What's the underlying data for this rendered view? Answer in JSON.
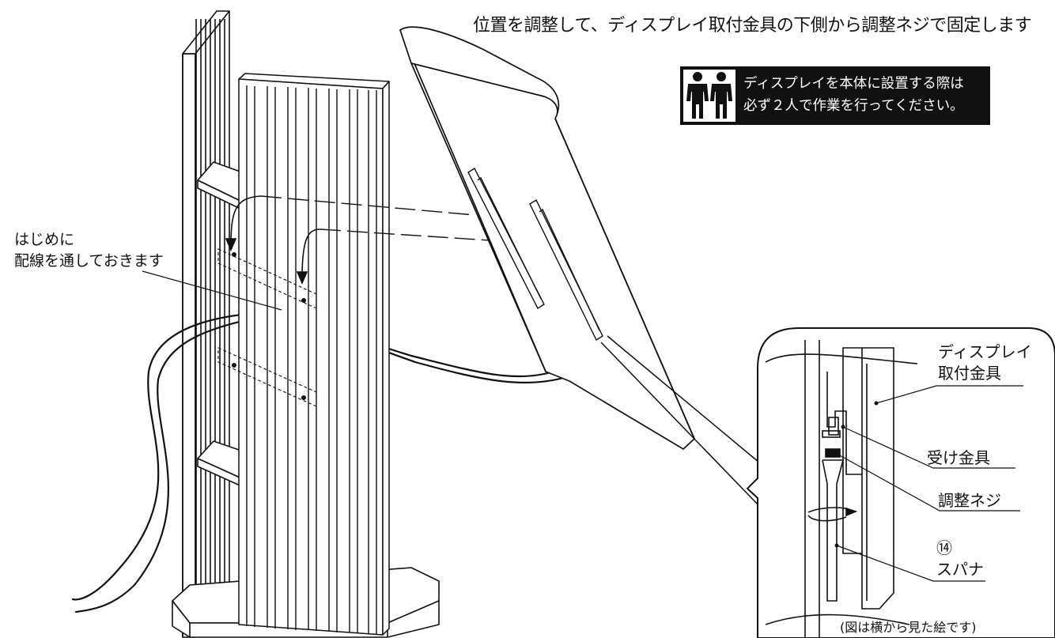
{
  "instruction": "位置を調整して、ディスプレイ取付金具の下側から調整ネジで固定します",
  "intro_label": [
    "はじめに",
    "配線を通しておきます"
  ],
  "warning": {
    "icon": "two-people-icon",
    "lines": [
      "ディスプレイを本体に設置する際は",
      "必ず２人で作業を行ってください。"
    ]
  },
  "detail": {
    "bracket_label": [
      "ディスプレイ",
      "取付金具"
    ],
    "receiver_label": "受け金具",
    "screw_label": "調整ネジ",
    "wrench_label": [
      "⑭",
      "スパナ"
    ],
    "caption": "(図は横から見た絵です)"
  },
  "colors": {
    "ink": "#111111",
    "background": "#ffffff"
  }
}
